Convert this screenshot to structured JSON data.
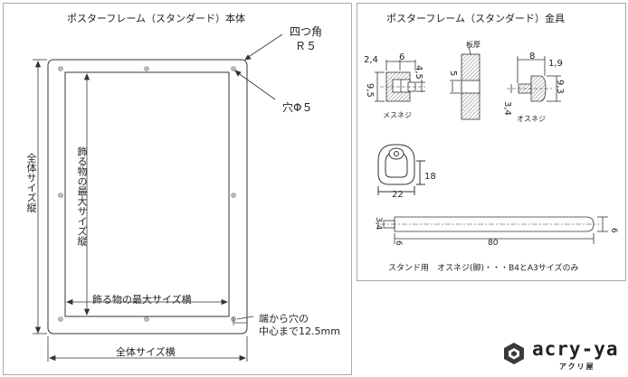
{
  "left_panel": {
    "title": "ポスターフレーム（スタンダード）本体",
    "corner_label_line1": "四つ角",
    "corner_label_line2": "Ｒ５",
    "hole_label": "穴Φ５",
    "overall_height_label": "全体サイズ縦",
    "max_height_label": "飾る物の最大サイズ縦",
    "max_width_label": "飾る物の最大サイズ横",
    "edge_note_line1": "端から穴の",
    "edge_note_line2": "中心まで12.5mm",
    "overall_width_label": "全体サイズ横"
  },
  "right_panel": {
    "title": "ポスターフレーム（スタンダード）金具",
    "board_label": "板厚",
    "female_screw_label": "メスネジ",
    "male_screw_label": "オスネジ",
    "dims": {
      "f_top_small": "2,4",
      "f_top_width": "6",
      "f_right": "4,5",
      "f_left": "9,5",
      "board_gap": "5",
      "m_top": "8",
      "m_right_top": "1,9",
      "m_right": "9,3",
      "m_left": "3,4",
      "ring_height": "18",
      "ring_width": "22",
      "rod_left": "3,4",
      "rod_left_bottom": "6",
      "rod_length": "80",
      "rod_right": "6"
    },
    "footer_note": "スタンド用　オスネジ(脚)・・・B4とA3サイズのみ"
  },
  "brand": {
    "name": "acry-ya",
    "sub": "アクリ屋"
  }
}
